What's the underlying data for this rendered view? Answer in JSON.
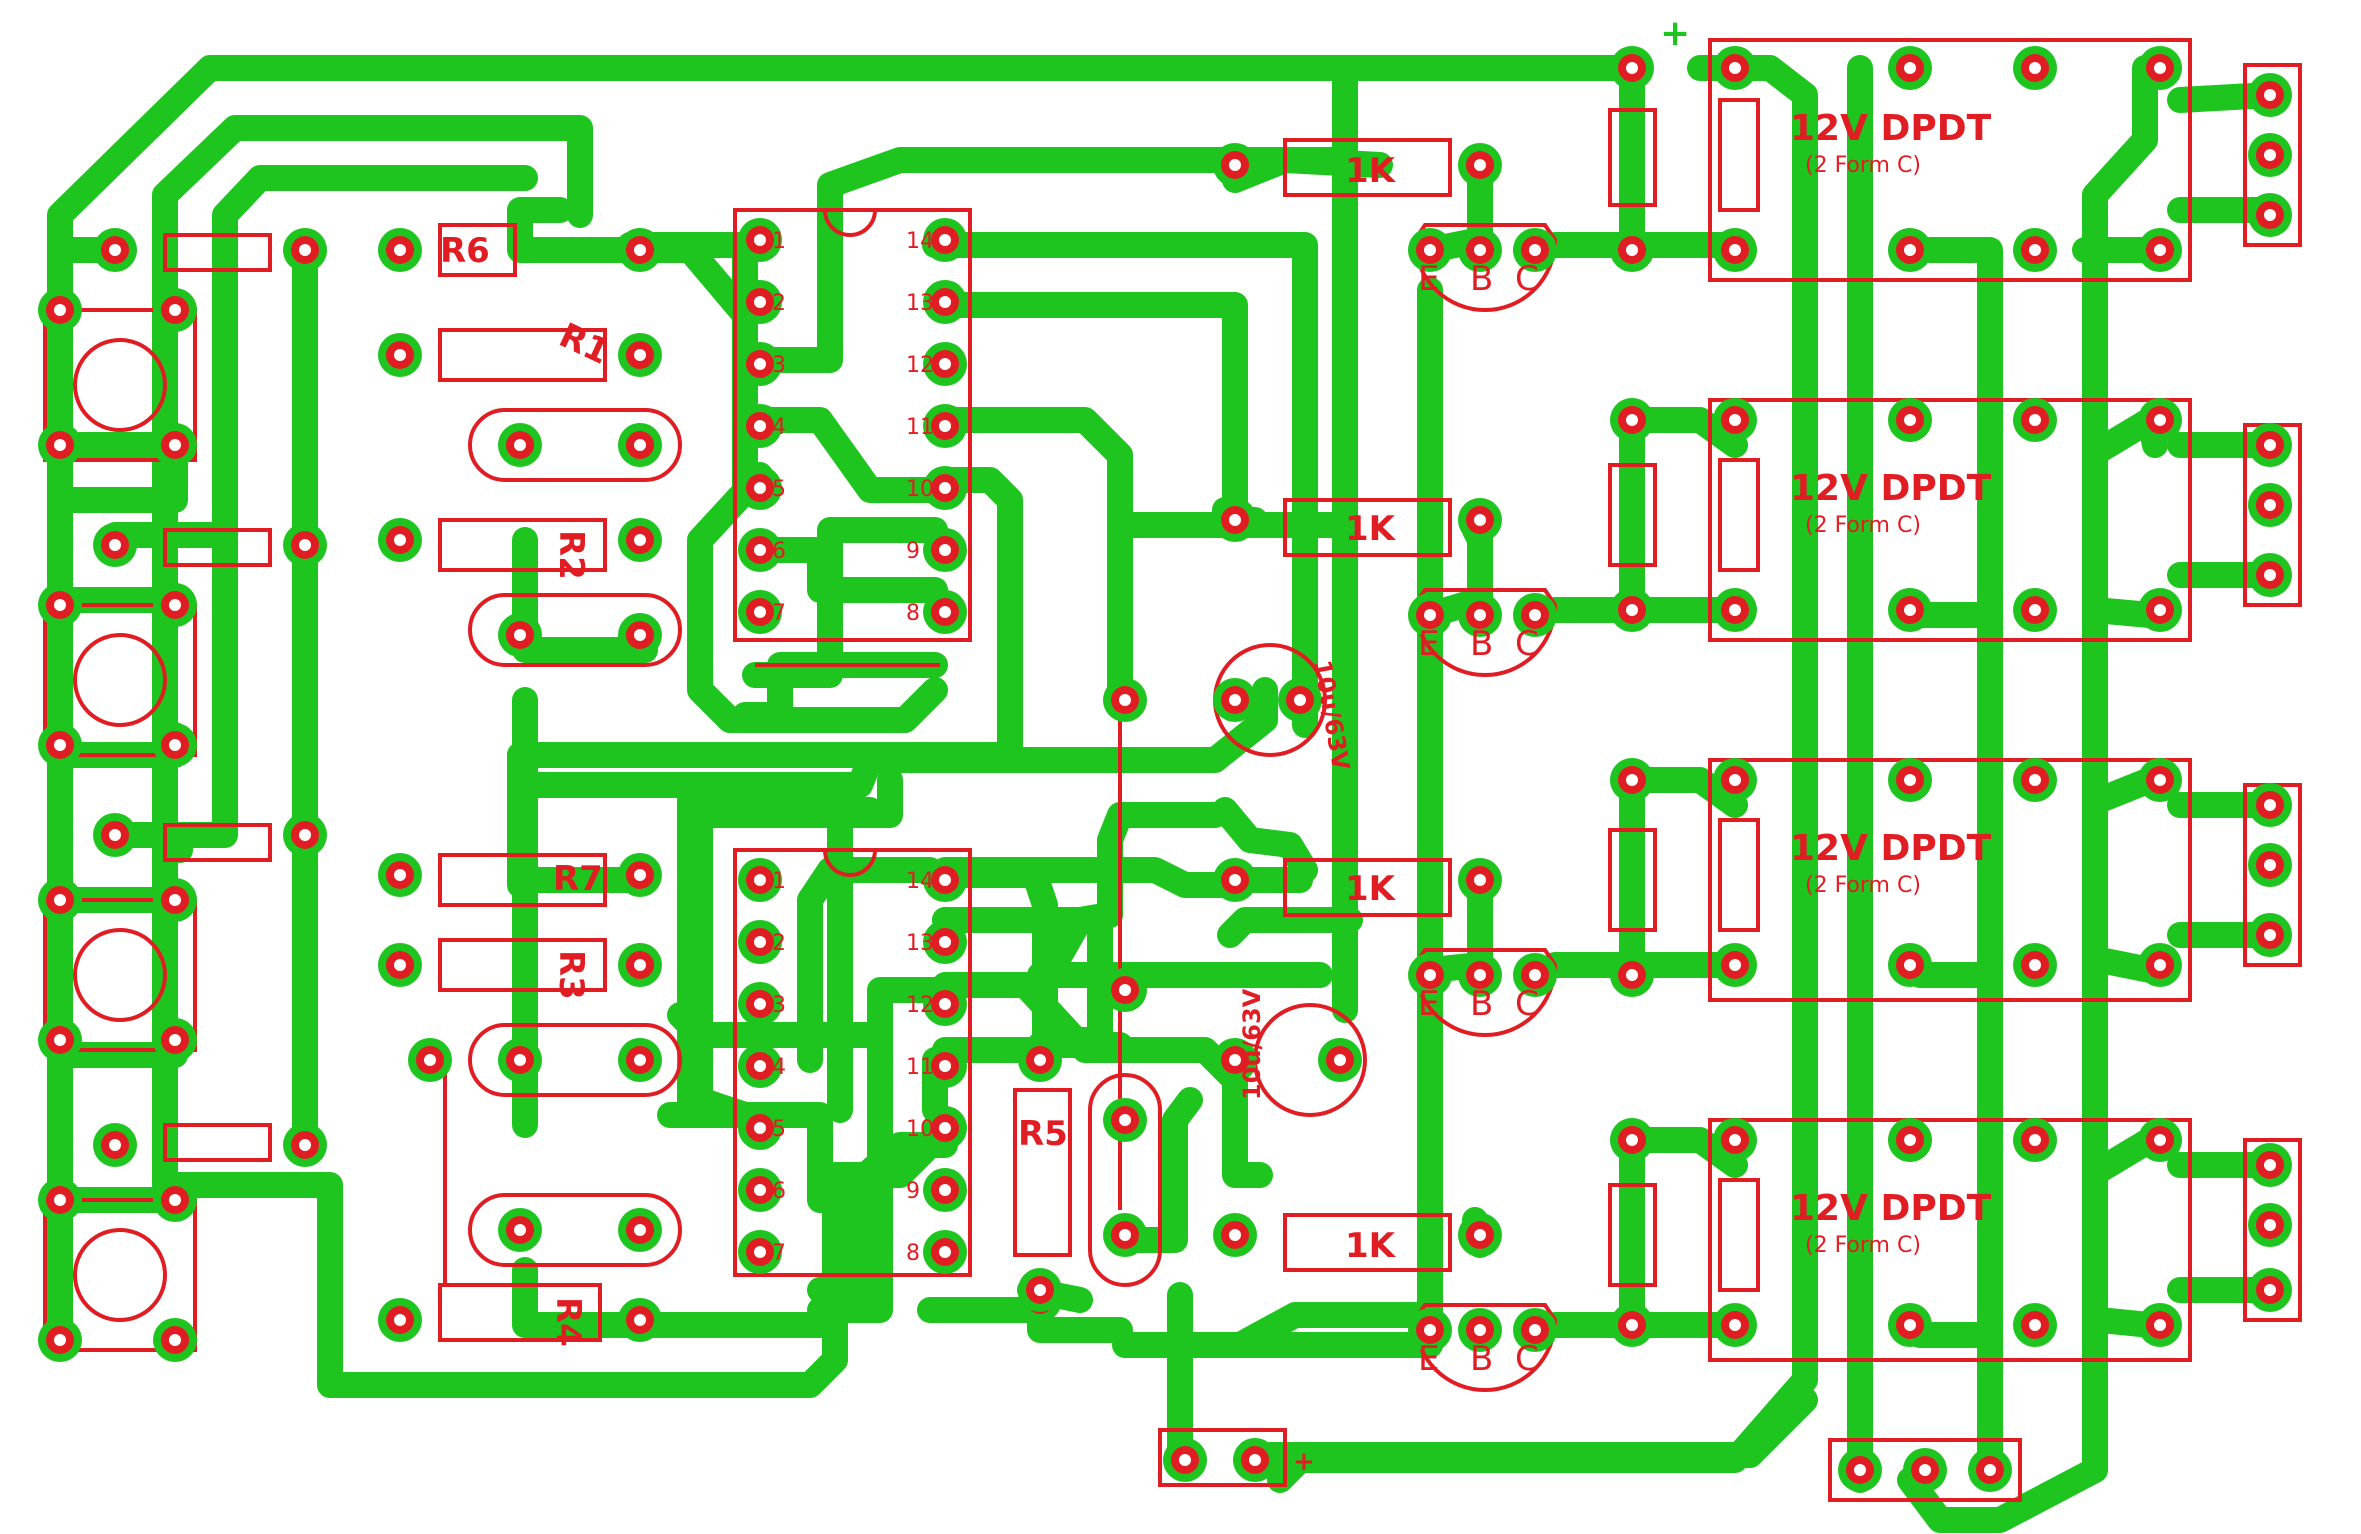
{
  "colors": {
    "trace": "#1ec51e",
    "silk": "#e11d24",
    "pad_hole": "#ffffff",
    "background": "#ffffff"
  },
  "power": {
    "plus_top": "+",
    "plus_conn": "+"
  },
  "resistors": {
    "r1": "R1",
    "r2": "R2",
    "r3": "R3",
    "r4": "R4",
    "r5": "R5",
    "r6": "R6",
    "r7": "R7",
    "k1": "1K",
    "k2": "1K",
    "k3": "1K",
    "k4": "1K"
  },
  "caps": {
    "c1": "10u/63V",
    "c2": "10u/63V"
  },
  "transistor_pins": {
    "e": "E",
    "b": "B",
    "c": "C"
  },
  "ic_pins": {
    "left": [
      "1",
      "2",
      "3",
      "4",
      "5",
      "6",
      "7"
    ],
    "right": [
      "14",
      "13",
      "12",
      "11",
      "10",
      "9",
      "8"
    ]
  },
  "relays": [
    {
      "name": "12V DPDT",
      "sub": "(2 Form C)"
    },
    {
      "name": "12V DPDT",
      "sub": "(2 Form C)"
    },
    {
      "name": "12V DPDT",
      "sub": "(2 Form C)"
    },
    {
      "name": "12V DPDT",
      "sub": "(2 Form C)"
    }
  ]
}
